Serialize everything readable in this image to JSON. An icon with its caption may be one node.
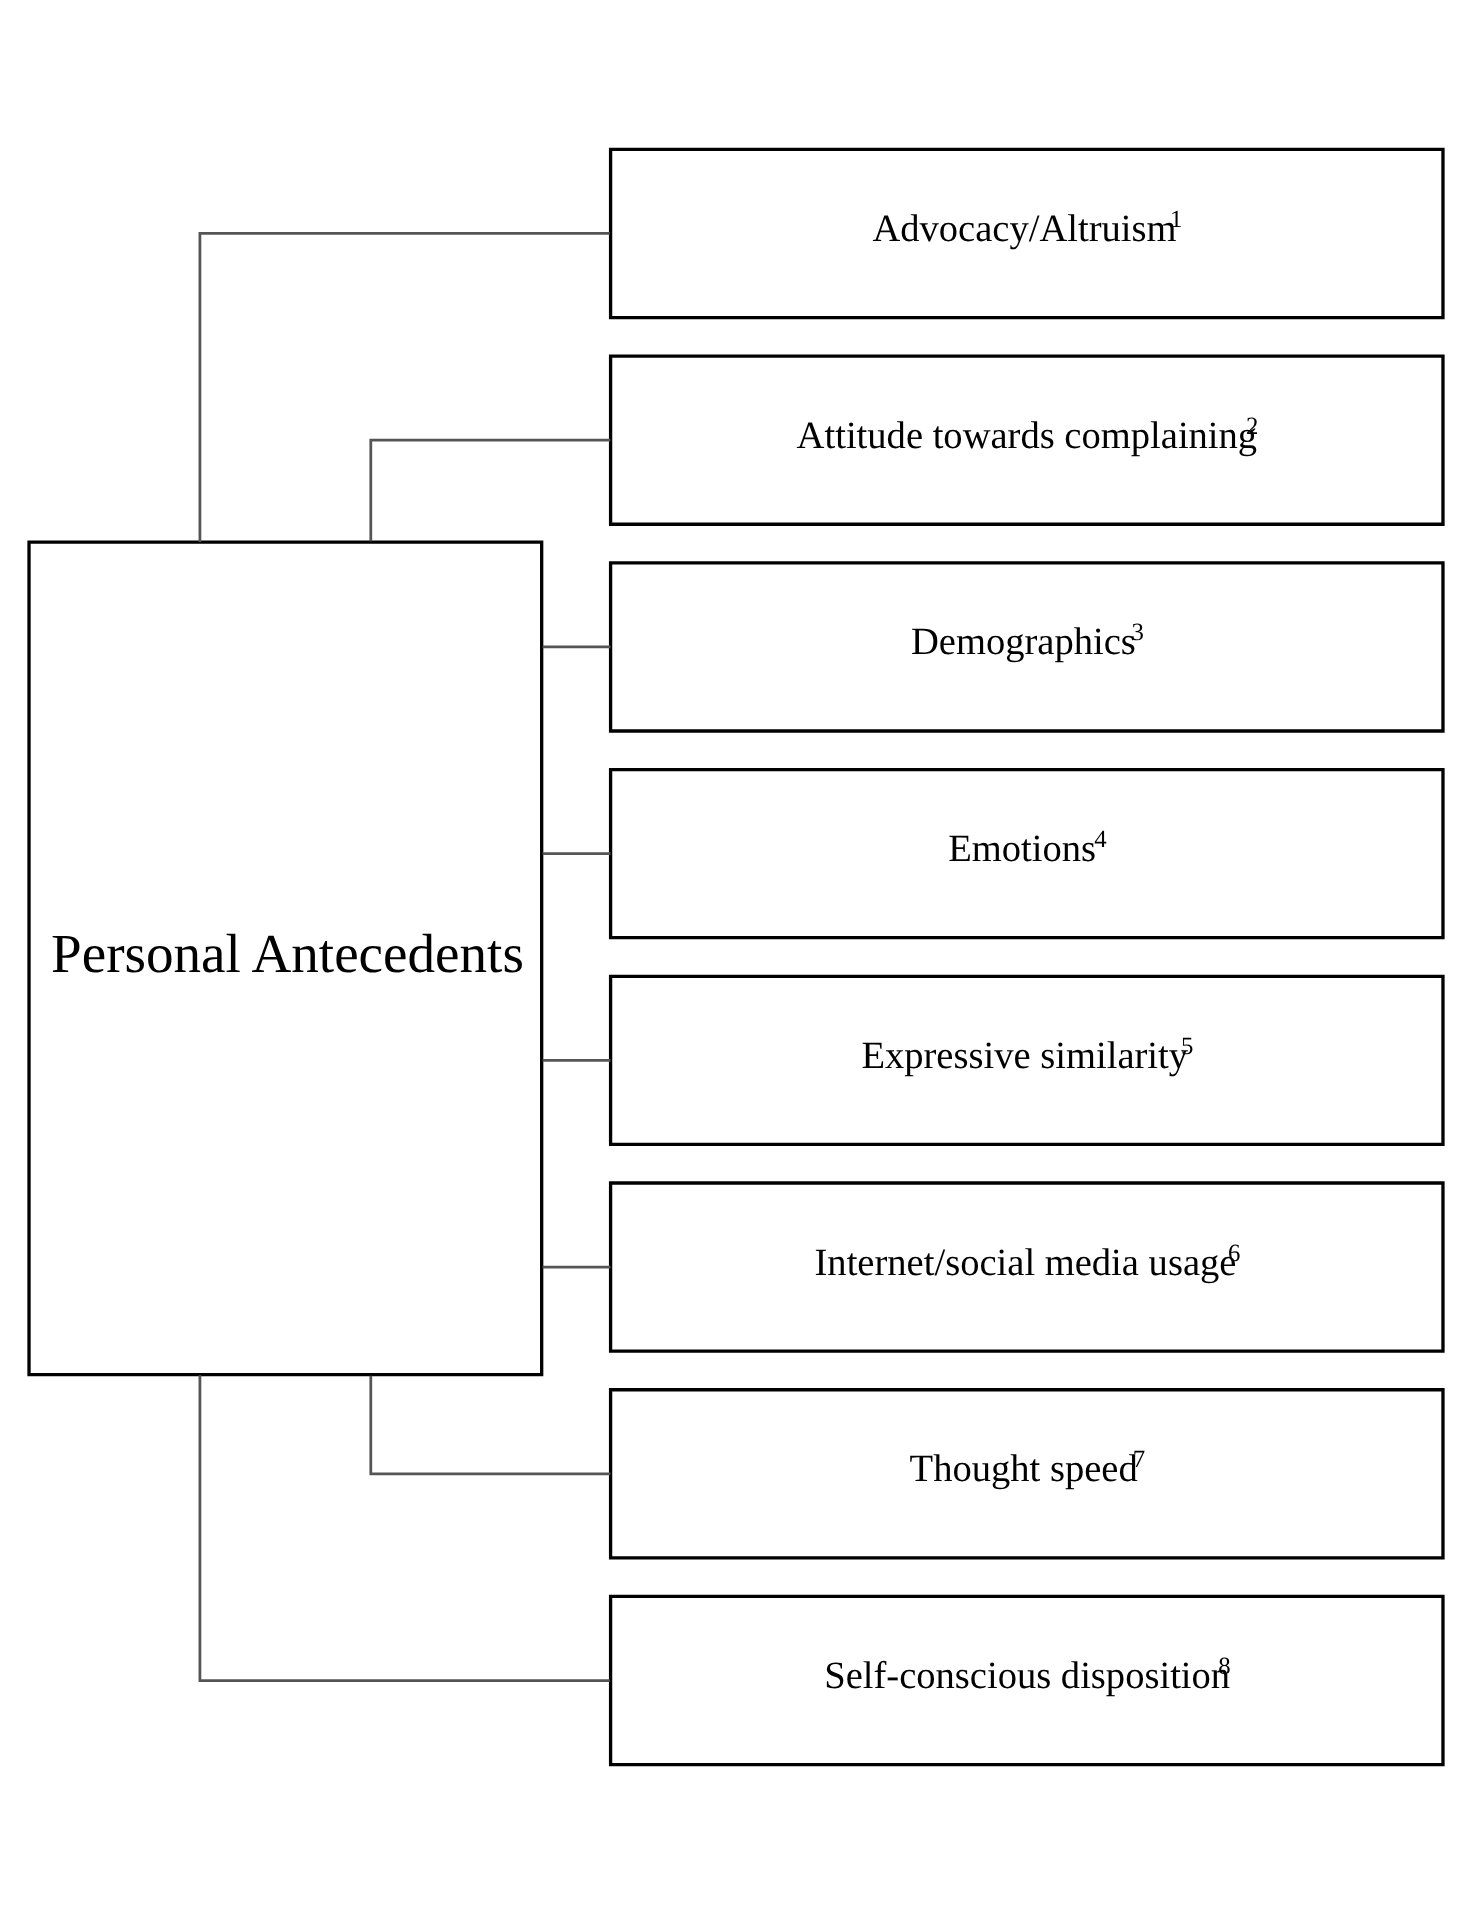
{
  "diagram": {
    "nodes": [
      {
        "text": [
          "Personal Antecedents"
        ]
      },
      {
        "text": [
          "Advocacy/Altruism$^{1}$"
        ]
      },
      {
        "text": [
          "Attitude towards complaining$^{2}$"
        ]
      },
      {
        "text": [
          "Demographics$^{3}$"
        ]
      },
      {
        "text": [
          "Emotions$^{4}$"
        ]
      },
      {
        "text": [
          "Expressive similarity$^{5}$"
        ]
      },
      {
        "text": [
          "Internet/social media usage$^{6}$"
        ]
      },
      {
        "text": [
          "Thought speed$^{7}$"
        ]
      },
      {
        "text": [
          "Self-conscious disposition$^{8}$"
        ]
      }
    ],
    "edges": [
      {
        "from": 0,
        "to": 1,
        "arrow": "none"
      },
      {
        "from": 0,
        "to": 2,
        "arrow": "none"
      },
      {
        "from": 0,
        "to": 3,
        "arrow": "none"
      },
      {
        "from": 0,
        "to": 4,
        "arrow": "none"
      },
      {
        "from": 0,
        "to": 5,
        "arrow": "none"
      },
      {
        "from": 0,
        "to": 6,
        "arrow": "none"
      },
      {
        "from": 0,
        "to": 7,
        "arrow": "none"
      },
      {
        "from": 0,
        "to": 8,
        "arrow": "none"
      }
    ]
  }
}
